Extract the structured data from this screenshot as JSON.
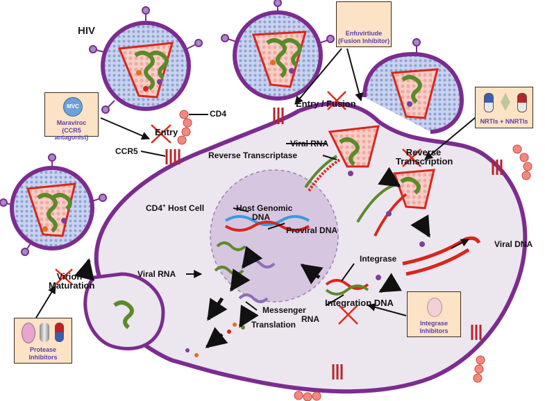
{
  "title": "HIV",
  "labels": {
    "cd4": "CD4",
    "ccr5": "CCR5",
    "entry": "Entry",
    "entry_fusion": "Entry / Fusion",
    "viral_rna_top": "Viral RNA",
    "reverse_transcriptase": "Reverse Transcriptase",
    "reverse_transcription_1": "Reverse",
    "reverse_transcription_2": "Transcription",
    "cd4_host_cell": "CD4",
    "cd4_host_cell_sup": "+",
    "cd4_host_cell_rest": " Host Cell",
    "host_genomic_dna_1": "Host Genomic",
    "host_genomic_dna_2": "DNA",
    "proviral_dna": "Proviral DNA",
    "viral_rna_left": "Viral RNA",
    "viral_dna": "Viral DNA",
    "integrase": "Integrase",
    "integration_dna": "Integration DNA",
    "messenger_rna_1": "Messenger",
    "messenger_rna_2": "RNA",
    "translation": "Translation",
    "virion_maturation_1": "Virion",
    "virion_maturation_2": "Maturation"
  },
  "drug_boxes": {
    "maraviroc": {
      "pill": "MVC",
      "line1": "Maraviroc",
      "line2": "(CCR5 antagonist)"
    },
    "enfuvirtide": {
      "line1": "Enfuvirtiude",
      "line2": "(Fusion Inhibitor)"
    },
    "nrti": {
      "line1": "NRTIs + NNRTIs"
    },
    "integrase_inhibitors": {
      "line1": "Integrase",
      "line2": "Inhibitors"
    },
    "protease_inhibitors": {
      "line1": "Protease",
      "line2": "Inhibitors"
    }
  },
  "colors": {
    "membrane": "#7b2d8e",
    "cytoplasm": "#ece6ef",
    "nucleus": "#d7c6df",
    "rna_green": "#5c8a2a",
    "dna_red": "#d9261c",
    "drug_box": "#fce3c6",
    "drug_text": "#5a3fa8",
    "block_x": "#e0281c"
  }
}
